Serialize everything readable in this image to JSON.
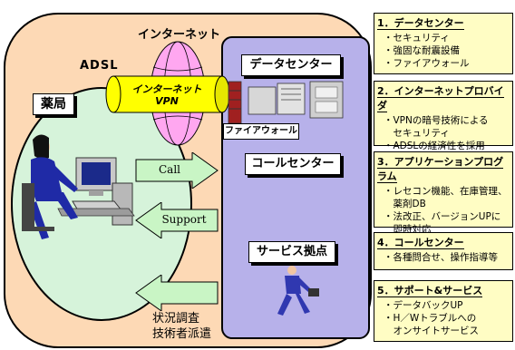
{
  "outer": {
    "internet_label": "インターネット",
    "adsl_label": "ADSL",
    "pharmacy_label": "薬局",
    "tunnel_line1": "インターネット",
    "tunnel_line2": "VPN",
    "datacenter_label": "データセンター",
    "firewall_label": "ファイアウォール",
    "callcenter_label": "コールセンター",
    "service_label": "サービス拠点",
    "arrow_call": "Call",
    "arrow_support": "Support",
    "bottom_line1": "状況調査",
    "bottom_line2": "技術者派遣"
  },
  "info": [
    {
      "title": "1．データセンター",
      "lines": [
        "・セキュリティ",
        "・強固な耐震設備",
        "・ファイアウォール"
      ]
    },
    {
      "title": "2．インターネットプロバイダ",
      "lines": [
        "・VPNの暗号技術による",
        "　セキュリティ",
        "・ADSLの経済性を採用"
      ]
    },
    {
      "title": "3．アプリケーションプログラム",
      "lines": [
        "・レセコン機能、在庫管理、",
        "　薬剤DB",
        "・法改正、バージョンUPに",
        "　即時対応"
      ]
    },
    {
      "title": "4．コールセンター",
      "lines": [
        "・各種問合せ、操作指導等"
      ]
    },
    {
      "title": "5．サポート&サービス",
      "lines": [
        "・データバックUP",
        "・H／Wトラブルへの",
        "　オンサイトサービス"
      ]
    }
  ],
  "colors": {
    "outer_bg": "#fdd9b5",
    "ellipse_bg": "#d6f3da",
    "center_bg": "#b7b1ea",
    "tunnel": "#ffff00",
    "globe": "#ffa7f0",
    "arrow": "#c9f5c5",
    "info_bg": "#fffdc4"
  }
}
